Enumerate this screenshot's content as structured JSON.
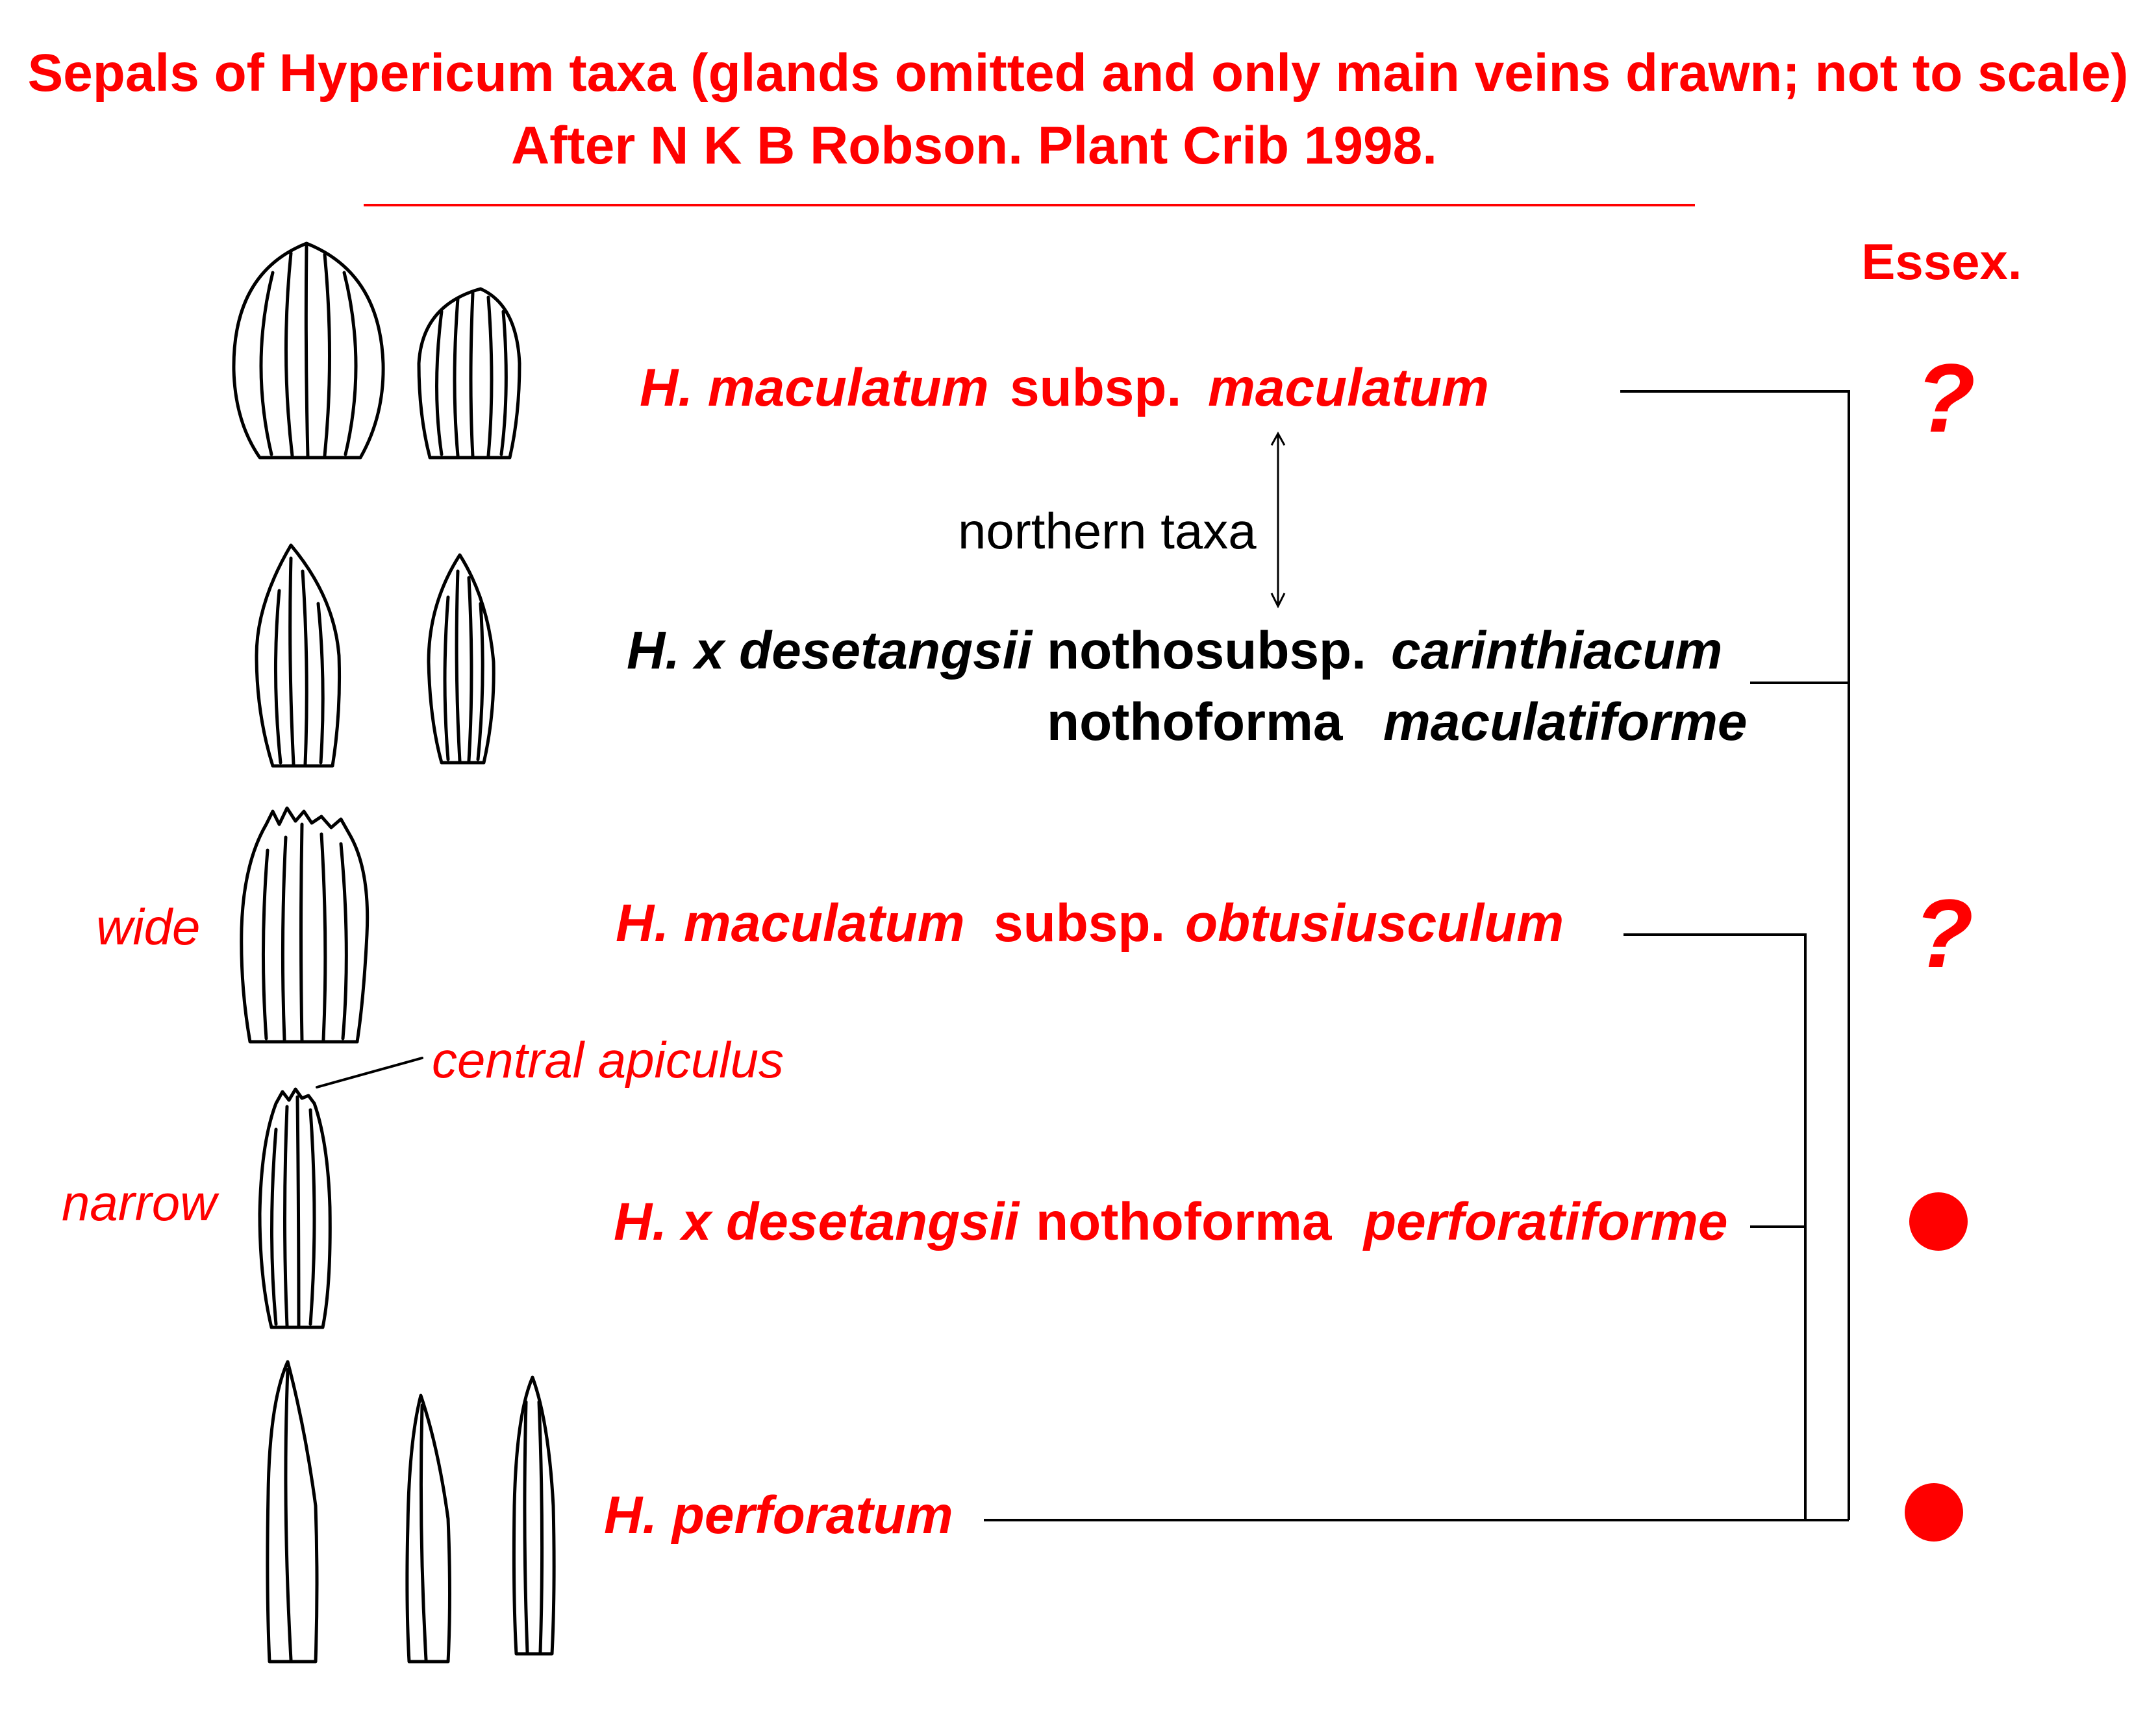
{
  "title": {
    "line1": "Sepals of Hypericum taxa (glands omitted and only main veins drawn; not to scale)",
    "line2": "After N K B Robson. Plant Crib 1998."
  },
  "status_header": "Essex.",
  "arrow_label": "northern taxa",
  "side_labels": {
    "wide": "wide",
    "narrow": "narrow",
    "apiculus": "central apiculus"
  },
  "taxa": [
    {
      "genus": "H. maculatum",
      "rank": "subsp.",
      "epithet": "maculatum",
      "color": "#ff0000",
      "status": "?"
    },
    {
      "genus": "H. x desetangsii",
      "rank": "nothosubsp.",
      "epithet": "carinthiacum",
      "rank2": "nothoforma",
      "epithet2": "maculatiforme",
      "color": "#000000"
    },
    {
      "genus": "H. maculatum",
      "rank": "subsp.",
      "epithet": "obtusiusculum",
      "color": "#ff0000",
      "status": "?"
    },
    {
      "genus": "H. x desetangsii",
      "rank": "nothoforma",
      "epithet": "perforatiforme",
      "color": "#ff0000",
      "status": "recorded"
    },
    {
      "genus": "H. perforatum",
      "color": "#ff0000",
      "status": "recorded"
    }
  ],
  "colors": {
    "accent": "#ff0000",
    "ink": "#000000"
  }
}
